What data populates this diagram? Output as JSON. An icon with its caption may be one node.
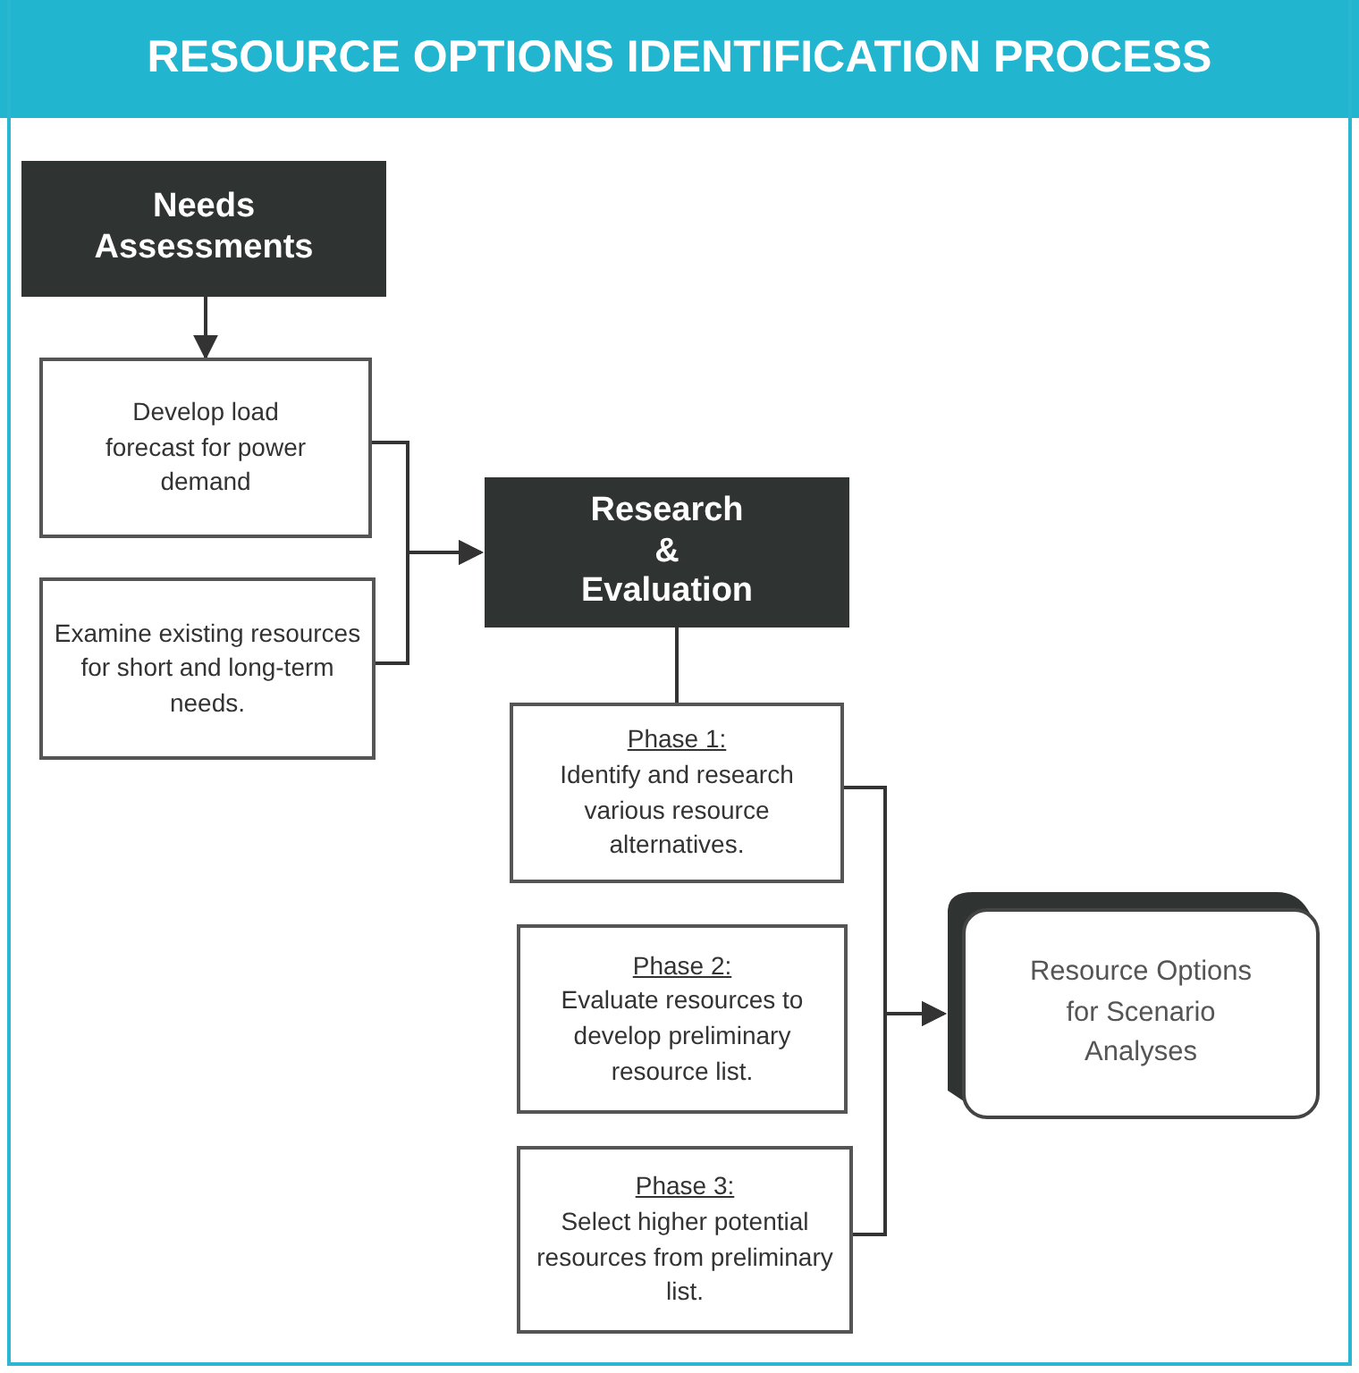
{
  "diagram": {
    "title": "RESOURCE OPTIONS IDENTIFICATION PROCESS",
    "nodes": [
      {
        "text": [
          "Needs Assessments"
        ]
      },
      {
        "text": [
          "Develop load forecast for power demand"
        ]
      },
      {
        "text": [
          "Examine existing resources for short and long-term needs."
        ]
      },
      {
        "text": [
          "Research & Evaluation"
        ]
      },
      {
        "text": [
          "Phase 1:",
          "Identify and research various resource alternatives."
        ]
      },
      {
        "text": [
          "Phase 2:",
          "Evaluate resources to develop preliminary resource list."
        ]
      },
      {
        "text": [
          "Phase 3:",
          "Select higher potential resources from preliminary list."
        ]
      },
      {
        "text": [
          "Resource Options for Scenario Analyses"
        ]
      }
    ],
    "edges": [
      {
        "from": 0,
        "to": 1,
        "arrow": "to"
      },
      {
        "from": 1,
        "to": 3,
        "arrow": "to"
      },
      {
        "from": 2,
        "to": 3,
        "arrow": "to"
      },
      {
        "from": 3,
        "to": 4,
        "arrow": "none"
      },
      {
        "from": 4,
        "to": 7,
        "arrow": "to"
      },
      {
        "from": 6,
        "to": 7,
        "arrow": "to"
      }
    ]
  }
}
